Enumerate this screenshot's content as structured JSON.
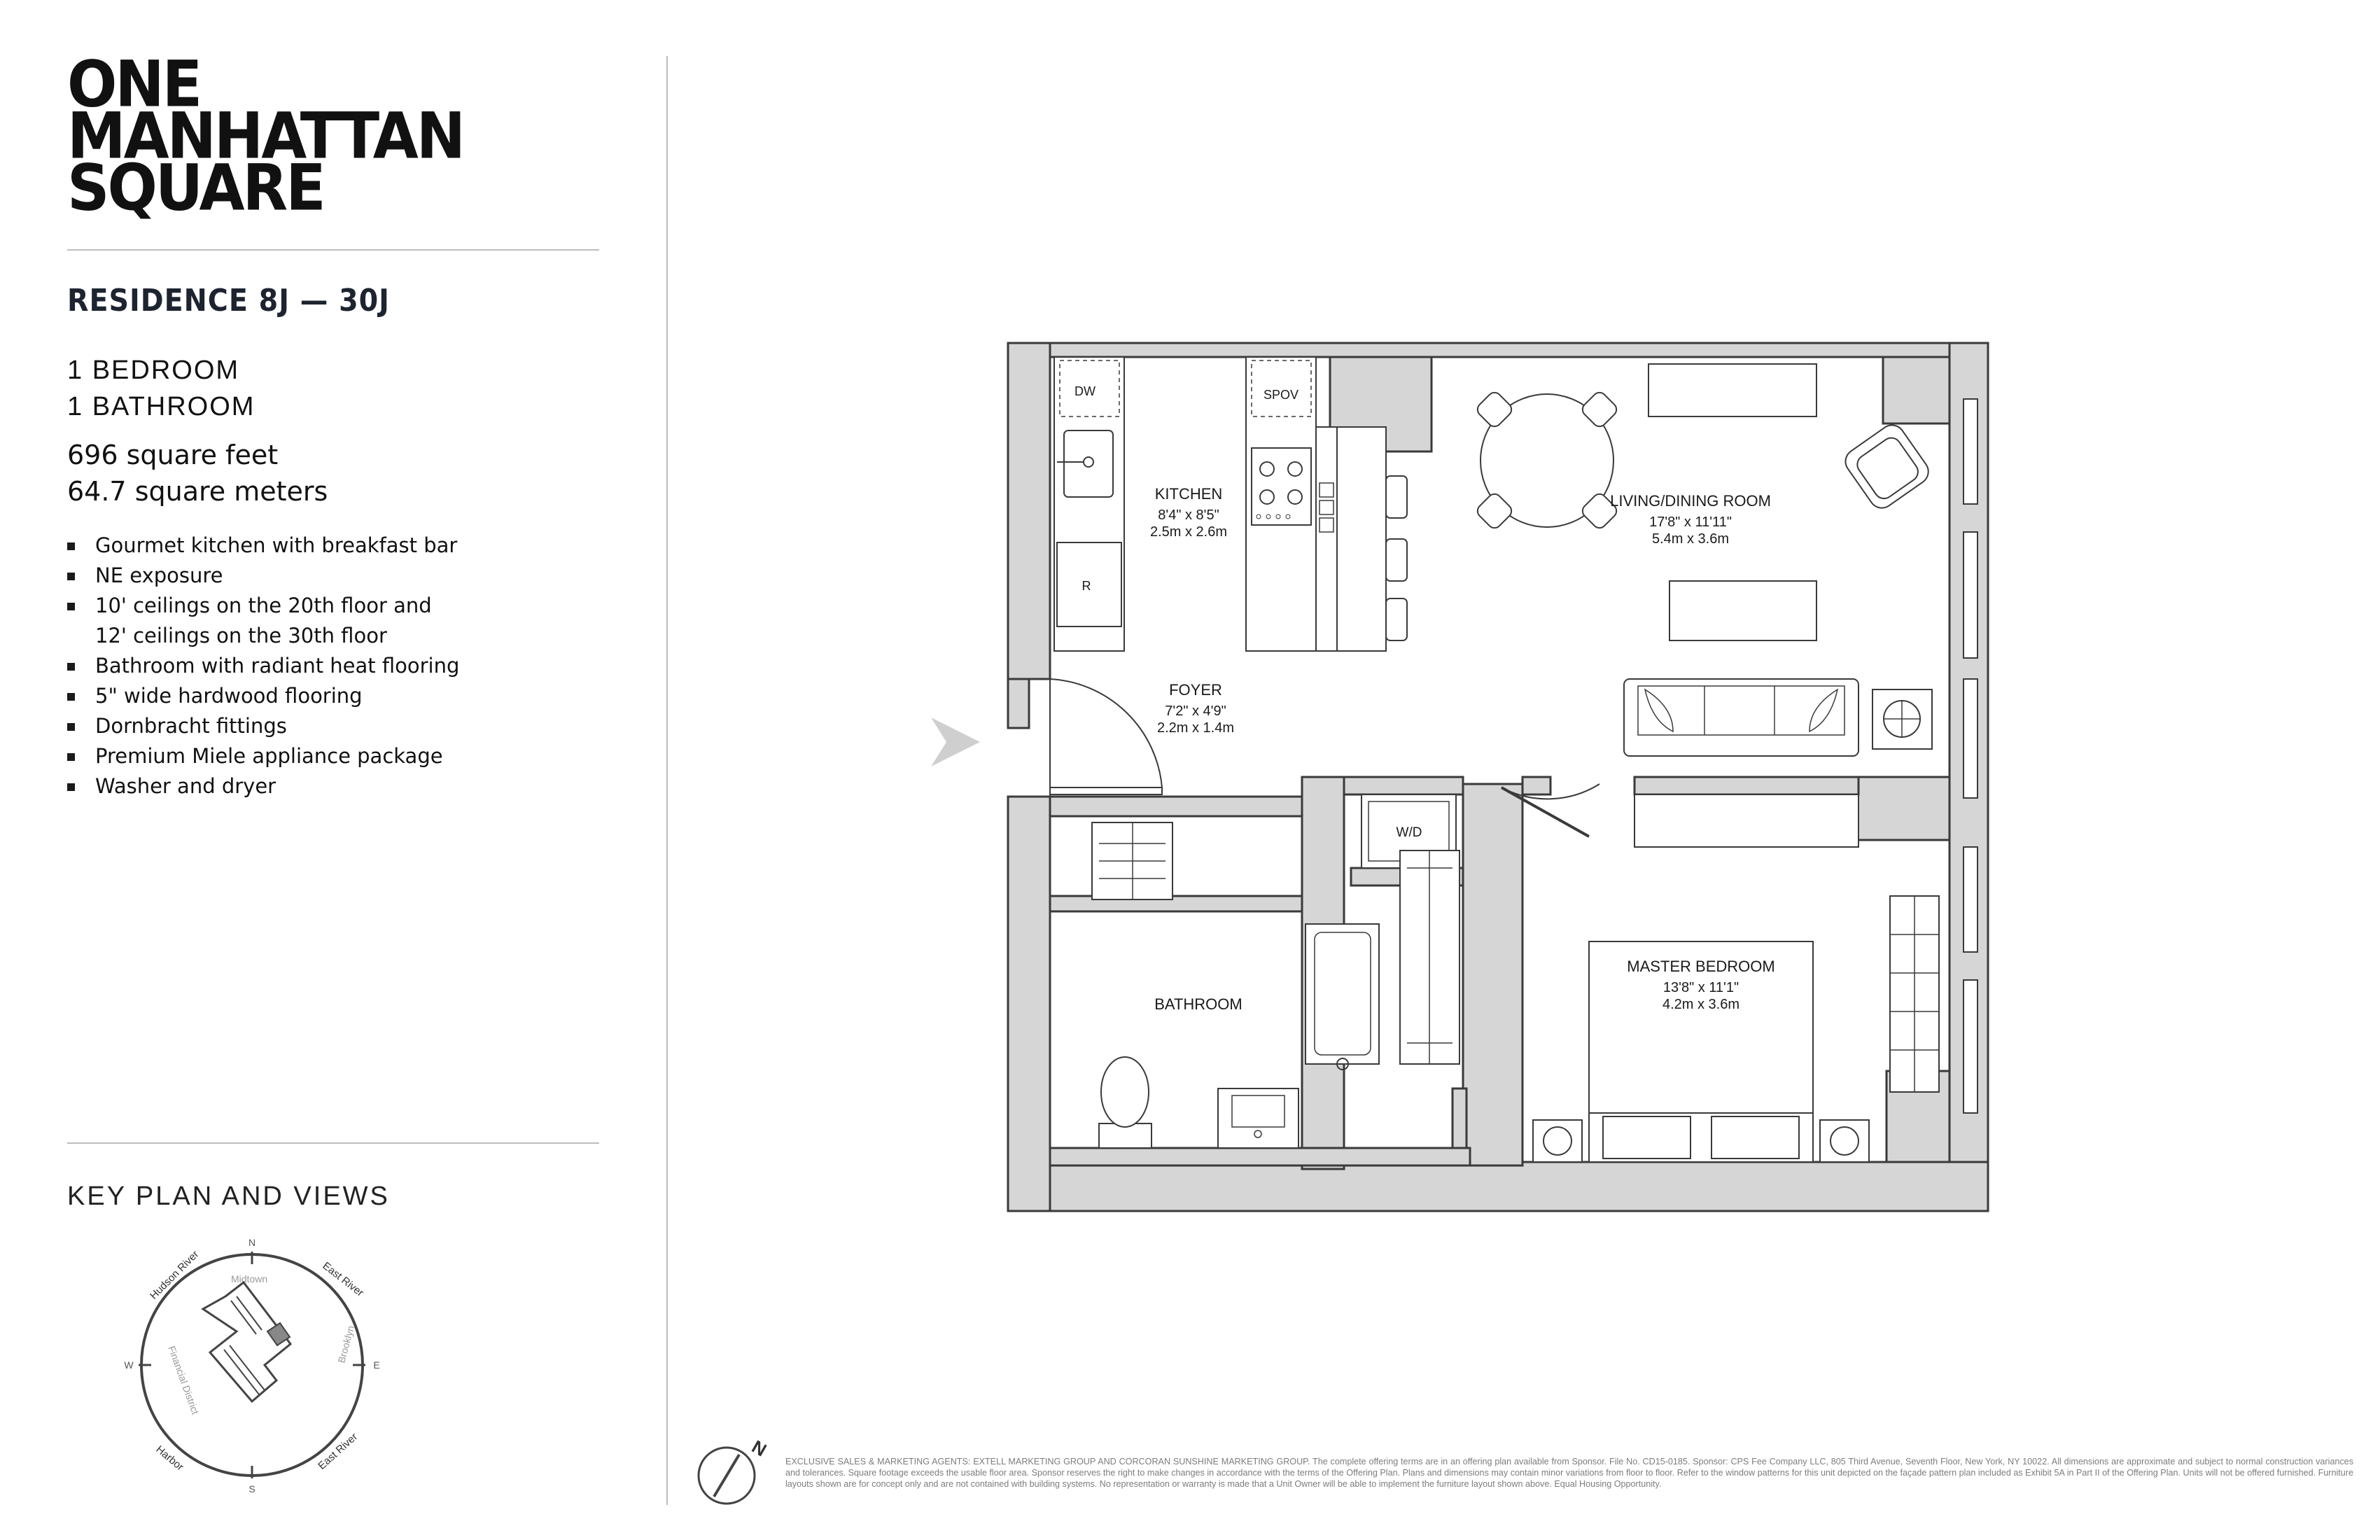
{
  "brand": {
    "line1": "ONE",
    "line2": "MANHATTAN",
    "line3": "SQUARE"
  },
  "residence": {
    "title": "RESIDENCE 8J — 30J",
    "bedrooms": "1 BEDROOM",
    "bathrooms": "1 BATHROOM",
    "square_feet": "696 square feet",
    "square_meters": "64.7 square meters"
  },
  "features": [
    "Gourmet kitchen with breakfast bar",
    "NE exposure",
    "10' ceilings on the 20th floor and",
    "12' ceilings on the 30th floor",
    "Bathroom with radiant heat flooring",
    "5\" wide hardwood flooring",
    "Dornbracht fittings",
    "Premium Miele appliance package",
    "Washer and dryer"
  ],
  "key_plan": {
    "title": "KEY PLAN AND VIEWS",
    "compass": {
      "n": "N",
      "s": "S",
      "e": "E",
      "w": "W"
    },
    "views": {
      "hudson_river": "Hudson River",
      "midtown": "Midtown",
      "east_river_top": "East River",
      "brooklyn": "Brooklyn",
      "east_river_bottom": "East River",
      "harbor": "Harbor",
      "financial_district": "Financial District"
    }
  },
  "rooms": {
    "kitchen": {
      "name": "KITCHEN",
      "imperial": "8'4\" x 8'5\"",
      "metric": "2.5m x 2.6m"
    },
    "living": {
      "name": "LIVING/DINING ROOM",
      "imperial": "17'8\" x 11'11\"",
      "metric": "5.4m x 3.6m"
    },
    "foyer": {
      "name": "FOYER",
      "imperial": "7'2\" x 4'9\"",
      "metric": "2.2m x 1.4m"
    },
    "bathroom": {
      "name": "BATHROOM"
    },
    "bedroom": {
      "name": "MASTER BEDROOM",
      "imperial": "13'8\" x 11'1\"",
      "metric": "4.2m x 3.6m"
    }
  },
  "appliances": {
    "dw": "DW",
    "spov": "SPOV",
    "fridge": "R",
    "washer_dryer": "W/D"
  },
  "north_label": "N",
  "disclaimer": "EXCLUSIVE SALES & MARKETING AGENTS: EXTELL MARKETING GROUP AND CORCORAN SUNSHINE MARKETING GROUP. The complete offering terms are in an offering plan available from Sponsor. File No. CD15-0185. Sponsor: CPS Fee Company LLC, 805 Third Avenue, Seventh Floor, New York, NY 10022. All dimensions are approximate and subject to normal construction variances and tolerances. Square footage exceeds the usable floor area. Sponsor reserves the right to make changes in accordance with the terms of the Offering Plan. Plans and dimensions may contain minor variations from floor to floor. Refer to the window patterns for this unit depicted on the façade pattern plan included as Exhibit 5A in Part II of the Offering Plan. Units will not be offered furnished. Furniture layouts shown are for concept only and are not contained with building systems. No representation or warranty is made that a Unit Owner will be able to implement the furniture layout shown above. Equal Housing Opportunity.",
  "colors": {
    "wall": "#d6d6d6",
    "line": "#3a3a3a",
    "text": "#1a1a1a",
    "rule": "#bdbdbd"
  }
}
